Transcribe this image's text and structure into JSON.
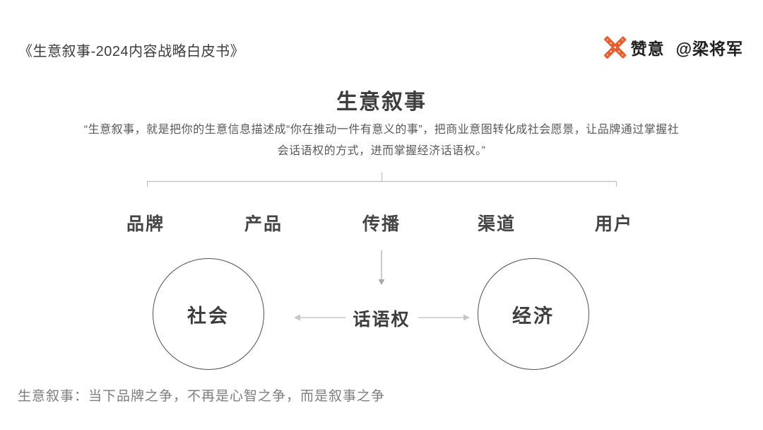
{
  "header": {
    "doc_title": "《生意叙事-2024内容战略白皮书》",
    "brand_name": "赞意",
    "author_handle": "@梁将军"
  },
  "main": {
    "title": "生意叙事",
    "quote_lines": [
      "“生意叙事，就是把你的生意信息描述成“你在推动一件有意义的事”，把商业意图转化成社会愿景，让品牌通过掌握社",
      "会话语权的方式，进而掌握经济话语权。”"
    ]
  },
  "diagram": {
    "chain_labels": [
      "品牌",
      "产品",
      "传播",
      "渠道",
      "用户"
    ],
    "left_circle_label": "社会",
    "center_label": "话语权",
    "right_circle_label": "经济"
  },
  "footer": {
    "caption": "生意叙事：当下品牌之争，不再是心智之争，而是叙事之争"
  },
  "colors": {
    "accent_orange": "#EB5C2E",
    "text_dark": "#3D3D3D",
    "text_medium": "#595959",
    "text_gray": "#7D7D7D",
    "line_gray": "#BDBDBD"
  },
  "icons": {
    "brand_logo": "x-cross-icon",
    "brace": "top-brace",
    "arrows": [
      "down-arrow",
      "left-arrow",
      "right-arrow"
    ]
  }
}
